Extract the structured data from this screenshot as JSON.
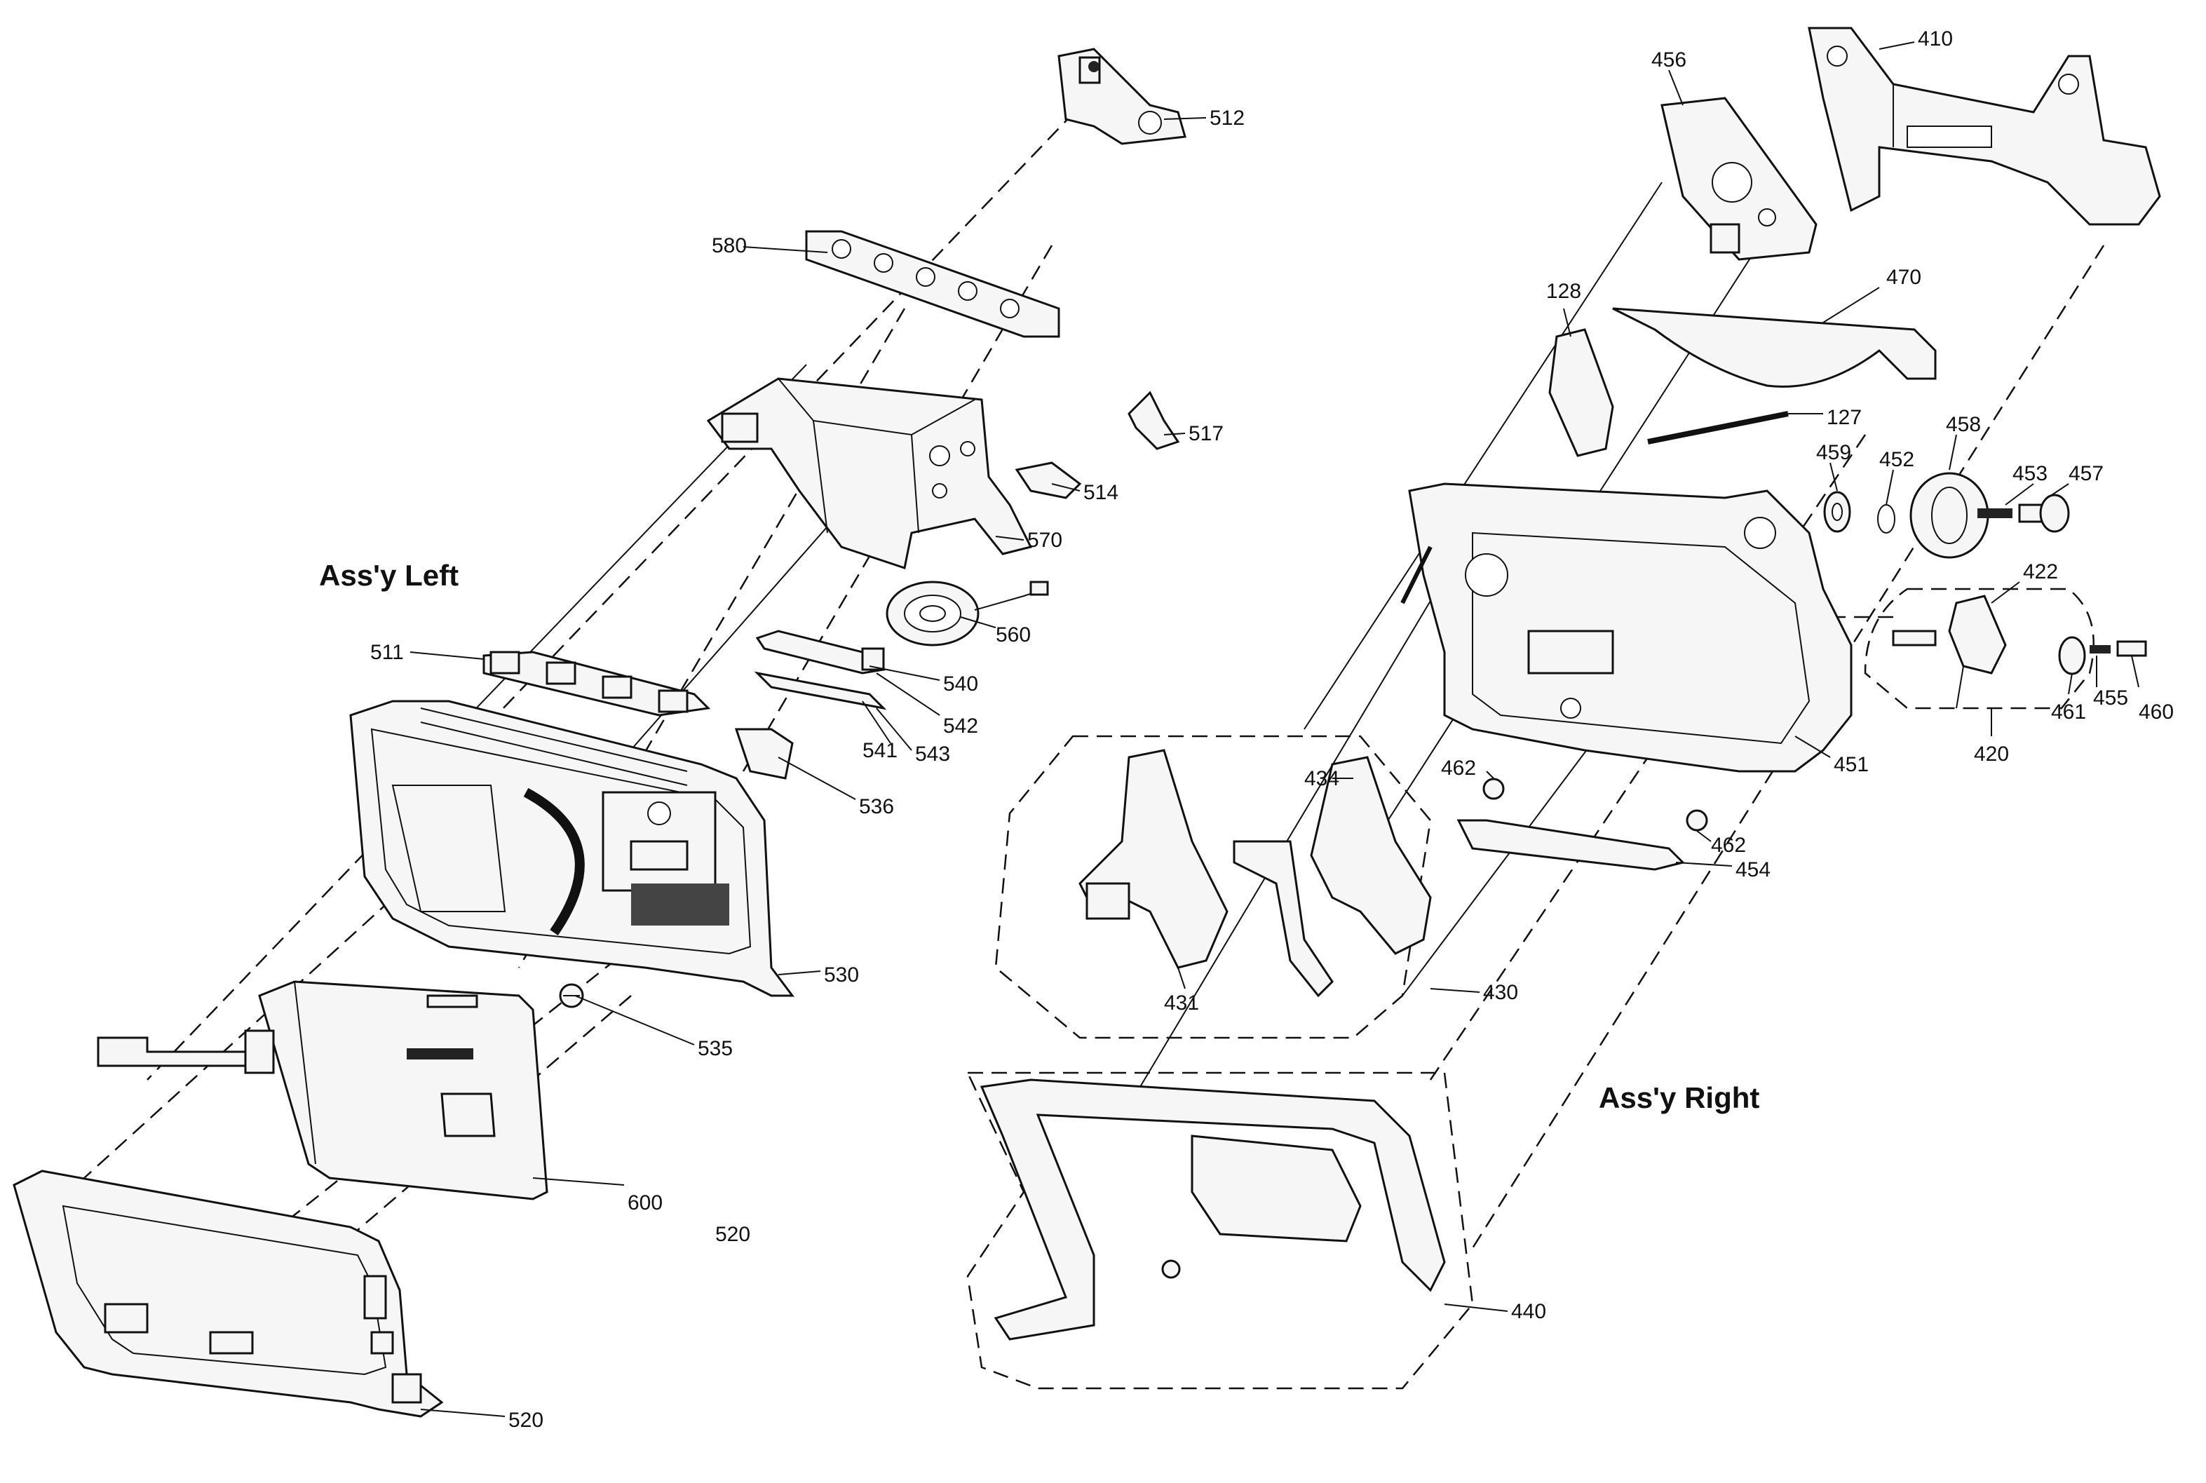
{
  "assemblies": {
    "left": "Ass'y Left",
    "right": "Ass'y Right"
  },
  "labels": {
    "p512": "512",
    "p580": "580",
    "p517": "517",
    "p514": "514",
    "p570": "570",
    "p560": "560",
    "p511": "511",
    "p540": "540",
    "p542": "542",
    "p541": "541",
    "p543": "543",
    "p536": "536",
    "p530": "530",
    "p535": "535",
    "p600": "600",
    "p520a": "520",
    "p520b": "520",
    "p456": "456",
    "p410": "410",
    "p470": "470",
    "p128": "128",
    "p127": "127",
    "p459": "459",
    "p452": "452",
    "p458": "458",
    "p453": "453",
    "p457": "457",
    "p422": "422",
    "p461": "461",
    "p455": "455",
    "p460": "460",
    "p451": "451",
    "p420": "420",
    "p462a": "462",
    "p462b": "462",
    "p454": "454",
    "p434": "434",
    "p431": "431",
    "p430": "430",
    "p440": "440"
  }
}
